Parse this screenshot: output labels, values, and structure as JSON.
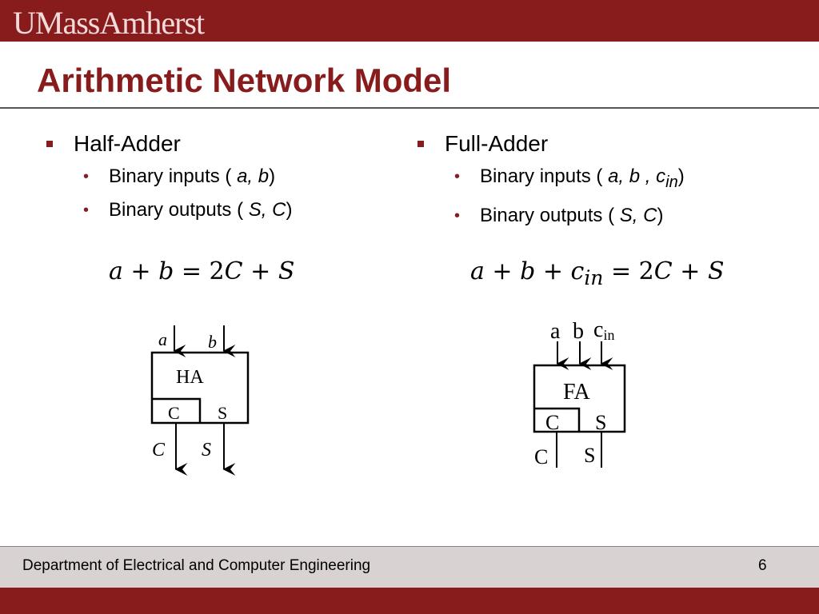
{
  "header": {
    "logo": "UMassAmherst",
    "title": "Arithmetic Network Model"
  },
  "half_adder": {
    "heading": "Half-Adder",
    "inputs_prefix": "Binary inputs ( ",
    "inputs_vars": "a, b",
    "inputs_suffix": ")",
    "outputs_prefix": "Binary outputs ( ",
    "outputs_vars": "S, C",
    "outputs_suffix": ")",
    "equation": {
      "lhs": "a + b",
      "rhs_coeff": "2",
      "rhs_c": "C",
      "rhs_plus": "+",
      "rhs_s": "S"
    },
    "diagram": {
      "in_a": "a",
      "in_b": "b",
      "block": "HA",
      "port_c": "C",
      "port_s": "S",
      "out_c": "C",
      "out_s": "S"
    }
  },
  "full_adder": {
    "heading": "Full-Adder",
    "inputs_prefix": "Binary inputs ( ",
    "inputs_vars": "a, b , c",
    "inputs_sub": "in",
    "inputs_suffix": ")",
    "outputs_prefix": "Binary outputs  ( ",
    "outputs_vars": "S, C",
    "outputs_suffix": ")",
    "equation": {
      "lhs": "a + b + c",
      "lhs_sub": "in",
      "rhs_coeff": "2",
      "rhs_c": "C",
      "rhs_plus": "+",
      "rhs_s": "S"
    },
    "diagram": {
      "in_a": "a",
      "in_b": "b",
      "in_c": "c",
      "in_c_sub": "in",
      "block": "FA",
      "port_c": "C",
      "port_s": "S",
      "out_c": "C",
      "out_s": "S"
    }
  },
  "footer": {
    "department": "Department of Electrical and Computer Engineering",
    "page": "6"
  },
  "colors": {
    "brand": "#881c1c",
    "footer_bg": "#d8d2d2",
    "logo_text": "#f3dada"
  }
}
